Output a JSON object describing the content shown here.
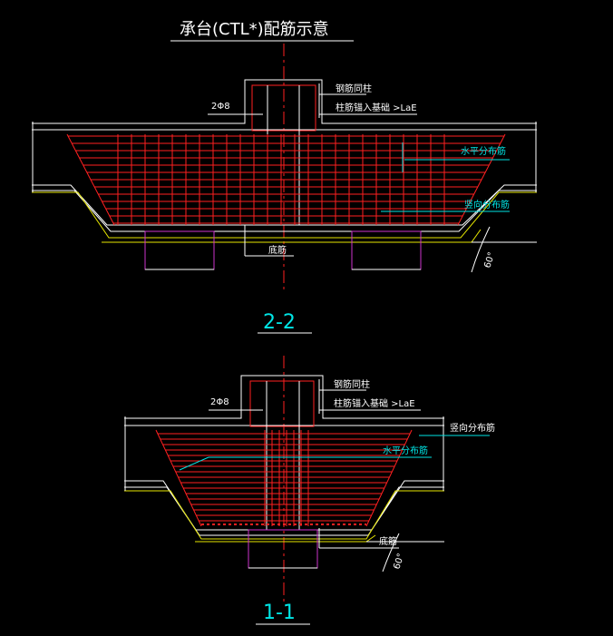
{
  "title": "承台(CTL*)配筋示意",
  "colors": {
    "background": "#000000",
    "rebar": "#ff2020",
    "outline": "#ffffff",
    "leader": "#00e5e5",
    "cushion": "#e6e600",
    "pile": "#cc33cc",
    "centerline": "#ff2020"
  },
  "section_22": {
    "label": "2-2",
    "callouts": {
      "col_bars": "2Φ8",
      "steel_col": "钢筋同柱",
      "anchor": "柱筋锚入基础 >LaE",
      "horizontal": "水平分布筋",
      "vertical": "竖向分布筋",
      "bottom": "底筋",
      "slope": "60°"
    }
  },
  "section_11": {
    "label": "1-1",
    "callouts": {
      "col_bars": "2Φ8",
      "steel_col": "钢筋同柱",
      "anchor": "柱筋锚入基础 >LaE",
      "vertical": "竖向分布筋",
      "horizontal": "水平分布筋",
      "bottom": "底筋",
      "slope": "60°"
    }
  }
}
